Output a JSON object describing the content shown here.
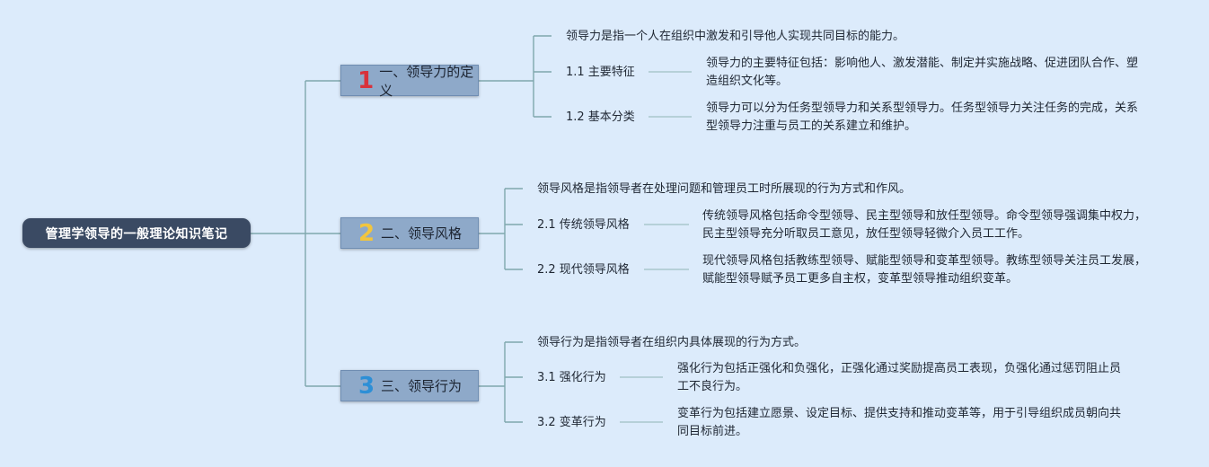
{
  "root": {
    "label": "管理学领导的一般理论知识笔记"
  },
  "branches": [
    {
      "number": "1",
      "number_color": "#d8323c",
      "label": "一、领导力的定义",
      "summary": "领导力是指一个人在组织中激发和引导他人实现共同目标的能力。",
      "subs": [
        {
          "label": "1.1 主要特征",
          "detail": "领导力的主要特征包括：影响他人、激发潜能、制定并实施战略、促进团队合作、塑造组织文化等。"
        },
        {
          "label": "1.2 基本分类",
          "detail": "领导力可以分为任务型领导力和关系型领导力。任务型领导力关注任务的完成，关系型领导力注重与员工的关系建立和维护。"
        }
      ]
    },
    {
      "number": "2",
      "number_color": "#f2c53d",
      "label": "二、领导风格",
      "summary": "领导风格是指领导者在处理问题和管理员工时所展现的行为方式和作风。",
      "subs": [
        {
          "label": "2.1 传统领导风格",
          "detail": "传统领导风格包括命令型领导、民主型领导和放任型领导。命令型领导强调集中权力，民主型领导充分听取员工意见，放任型领导轻微介入员工工作。"
        },
        {
          "label": "2.2 现代领导风格",
          "detail": "现代领导风格包括教练型领导、赋能型领导和变革型领导。教练型领导关注员工发展，赋能型领导赋予员工更多自主权，变革型领导推动组织变革。"
        }
      ]
    },
    {
      "number": "3",
      "number_color": "#2d8fd6",
      "label": "三、领导行为",
      "summary": "领导行为是指领导者在组织内具体展现的行为方式。",
      "subs": [
        {
          "label": "3.1 强化行为",
          "detail": "强化行为包括正强化和负强化，正强化通过奖励提高员工表现，负强化通过惩罚阻止员工不良行为。"
        },
        {
          "label": "3.2 变革行为",
          "detail": "变革行为包括建立愿景、设定目标、提供支持和推动变革等，用于引导组织成员朝向共同目标前进。"
        }
      ]
    }
  ]
}
